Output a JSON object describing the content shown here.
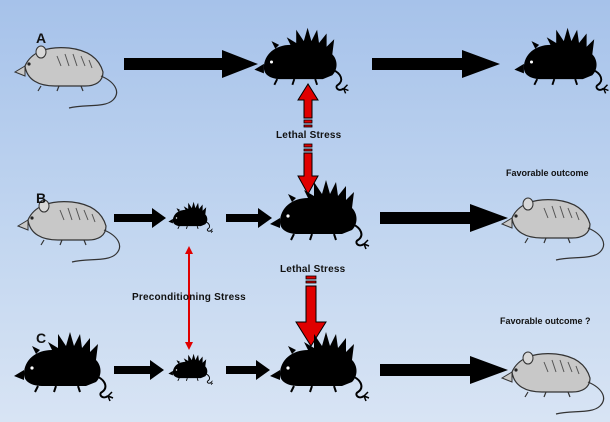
{
  "rows": {
    "a": "A",
    "b": "B",
    "c": "C"
  },
  "labels": {
    "lethal_stress_top": "Lethal Stress",
    "lethal_stress_mid": "Lethal Stress",
    "preconditioning_stress": "Preconditioning Stress",
    "favorable_outcome_b": "Favorable outcome",
    "favorable_outcome_c": "Favorable outcome ?"
  },
  "colors": {
    "background_top": "#a6c2ea",
    "background_bottom": "#d8e4f4",
    "stress_arrow": "#e00000",
    "flow_arrow": "#000000",
    "healthy_rat": "#c8c8c8",
    "stressed_rat": "#000000"
  },
  "icons": {
    "healthy_rat": "healthy-rat-icon",
    "stressed_rat": "stressed-rat-icon"
  }
}
